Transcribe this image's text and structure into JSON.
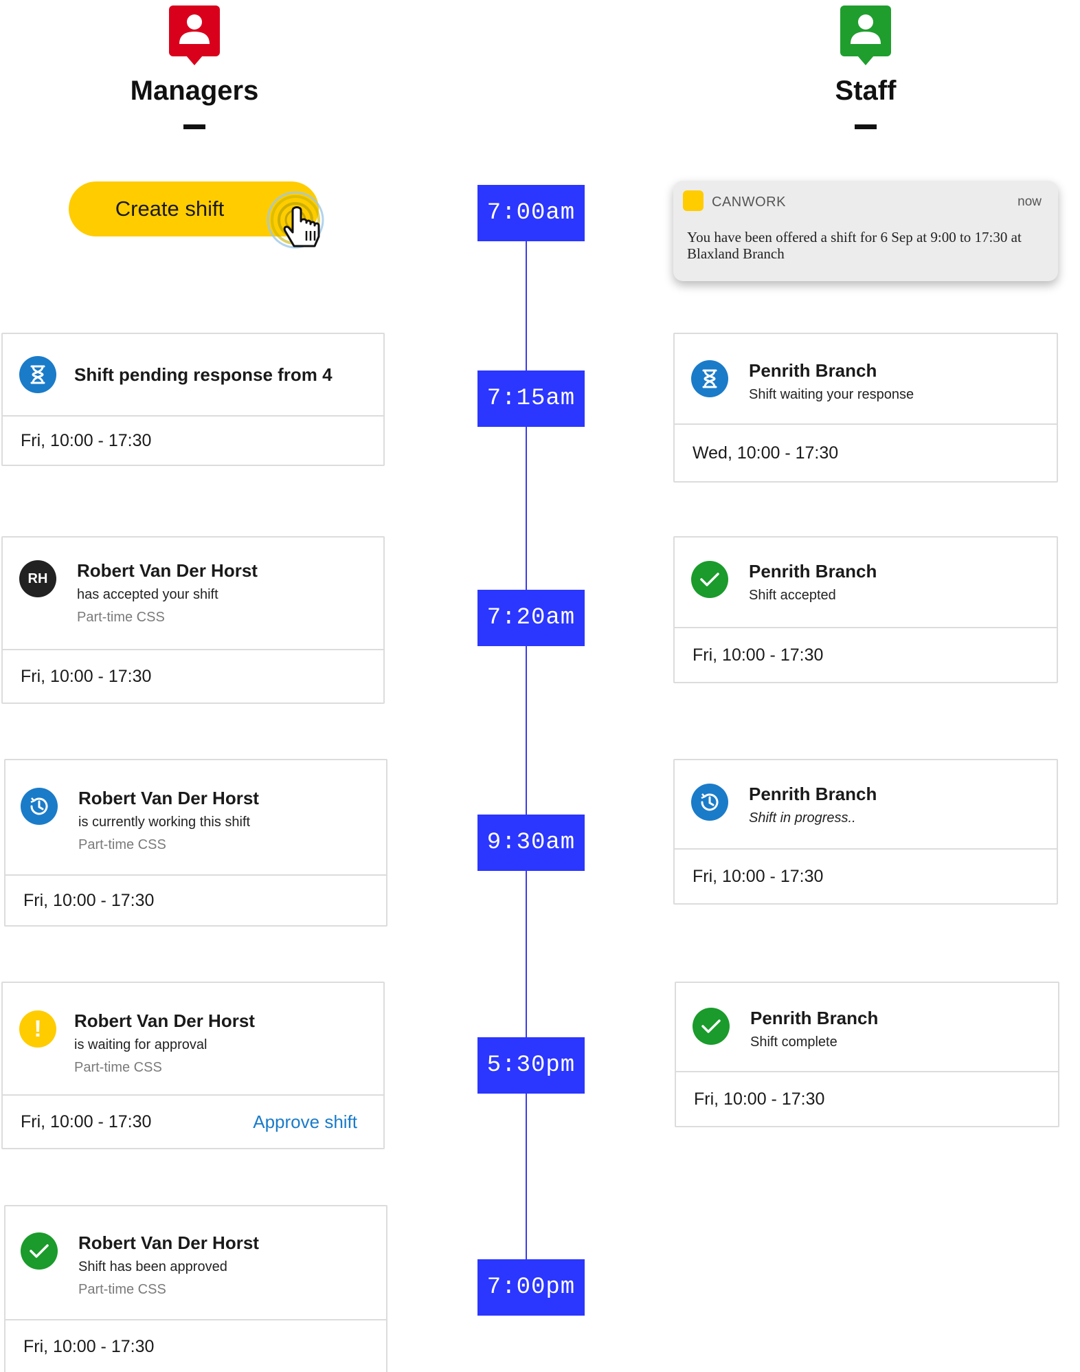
{
  "managers": {
    "title": "Managers",
    "create_button": "Create shift",
    "cards": [
      {
        "icon": "hourglass-icon",
        "title": "Shift pending response from 4",
        "time": "Fri, 10:00 - 17:30"
      },
      {
        "icon": "avatar-initials",
        "initials": "RH",
        "title": "Robert Van Der Horst",
        "sub": "has accepted your shift",
        "meta": "Part-time CSS",
        "time": "Fri, 10:00 - 17:30"
      },
      {
        "icon": "clock-history-icon",
        "title": "Robert Van Der Horst",
        "sub": "is currently working this shift",
        "meta": "Part-time CSS",
        "time": "Fri, 10:00 - 17:30"
      },
      {
        "icon": "exclamation-icon",
        "title": "Robert Van Der Horst",
        "sub": "is waiting for approval",
        "meta": "Part-time CSS",
        "time": "Fri, 10:00 - 17:30",
        "action": "Approve shift"
      },
      {
        "icon": "check-icon",
        "title": "Robert Van Der Horst",
        "sub": "Shift has been approved",
        "meta": "Part-time CSS",
        "time": "Fri, 10:00 - 17:30"
      }
    ]
  },
  "staff": {
    "title": "Staff",
    "notification": {
      "app": "CANWORK",
      "when": "now",
      "message": "You have been offered a shift for 6 Sep at 9:00 to 17:30 at Blaxland Branch"
    },
    "cards": [
      {
        "icon": "hourglass-icon",
        "title": "Penrith Branch",
        "sub": "Shift waiting your response",
        "time": "Wed, 10:00 - 17:30"
      },
      {
        "icon": "check-icon",
        "title": "Penrith Branch",
        "sub": "Shift accepted",
        "time": "Fri, 10:00 - 17:30"
      },
      {
        "icon": "clock-history-icon",
        "title": "Penrith Branch",
        "sub": "Shift in progress..",
        "time": "Fri, 10:00 - 17:30"
      },
      {
        "icon": "check-icon",
        "title": "Penrith Branch",
        "sub": "Shift complete",
        "time": "Fri, 10:00 - 17:30"
      }
    ]
  },
  "timeline": {
    "times": [
      "7:00am",
      "7:15am",
      "7:20am",
      "9:30am",
      "5:30pm",
      "7:00pm"
    ]
  },
  "colors": {
    "managers_accent": "#d9001b",
    "staff_accent": "#1f9e2e",
    "timeline": "#2b36ff",
    "button": "#ffcc00",
    "link": "#1a7bc9"
  }
}
